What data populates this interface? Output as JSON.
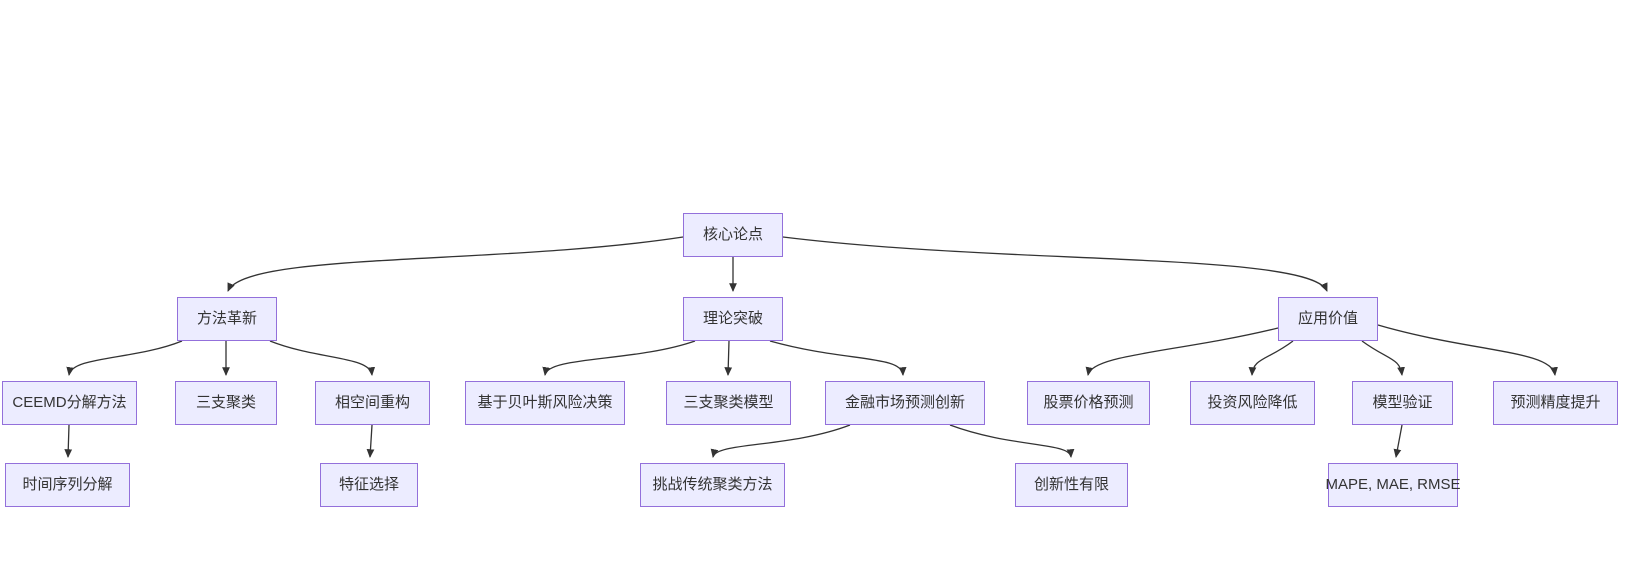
{
  "diagram": {
    "type": "flowchart",
    "direction": "top-down",
    "colors": {
      "background": "#ffffff",
      "node_fill": "#ECECFF",
      "node_border": "#9370DB",
      "edge": "#333333",
      "text": "#333333"
    },
    "nodes": {
      "core": {
        "label": "核心论点"
      },
      "method": {
        "label": "方法革新"
      },
      "theory": {
        "label": "理论突破"
      },
      "application": {
        "label": "应用价值"
      },
      "ceemd": {
        "label": "CEEMD分解方法"
      },
      "three_way_clustering": {
        "label": "三支聚类"
      },
      "phase_space": {
        "label": "相空间重构"
      },
      "bayes_risk": {
        "label": "基于贝叶斯风险决策"
      },
      "three_way_model": {
        "label": "三支聚类模型"
      },
      "market_innovation": {
        "label": "金融市场预测创新"
      },
      "stock_prediction": {
        "label": "股票价格预测"
      },
      "risk_reduction": {
        "label": "投资风险降低"
      },
      "model_validation": {
        "label": "模型验证"
      },
      "accuracy_improvement": {
        "label": "预测精度提升"
      },
      "time_series": {
        "label": "时间序列分解"
      },
      "feature_selection": {
        "label": "特征选择"
      },
      "challenge_clustering": {
        "label": "挑战传统聚类方法"
      },
      "limited_innovation": {
        "label": "创新性有限"
      },
      "metrics": {
        "label": "MAPE, MAE, RMSE"
      }
    },
    "edges": [
      {
        "from": "核心论点",
        "to": "方法革新"
      },
      {
        "from": "核心论点",
        "to": "理论突破"
      },
      {
        "from": "核心论点",
        "to": "应用价值"
      },
      {
        "from": "方法革新",
        "to": "CEEMD分解方法"
      },
      {
        "from": "方法革新",
        "to": "三支聚类"
      },
      {
        "from": "方法革新",
        "to": "相空间重构"
      },
      {
        "from": "理论突破",
        "to": "基于贝叶斯风险决策"
      },
      {
        "from": "理论突破",
        "to": "三支聚类模型"
      },
      {
        "from": "理论突破",
        "to": "金融市场预测创新"
      },
      {
        "from": "应用价值",
        "to": "股票价格预测"
      },
      {
        "from": "应用价值",
        "to": "投资风险降低"
      },
      {
        "from": "应用价值",
        "to": "模型验证"
      },
      {
        "from": "应用价值",
        "to": "预测精度提升"
      },
      {
        "from": "CEEMD分解方法",
        "to": "时间序列分解"
      },
      {
        "from": "相空间重构",
        "to": "特征选择"
      },
      {
        "from": "金融市场预测创新",
        "to": "挑战传统聚类方法"
      },
      {
        "from": "金融市场预测创新",
        "to": "创新性有限"
      },
      {
        "from": "模型验证",
        "to": "MAPE, MAE, RMSE"
      }
    ]
  }
}
